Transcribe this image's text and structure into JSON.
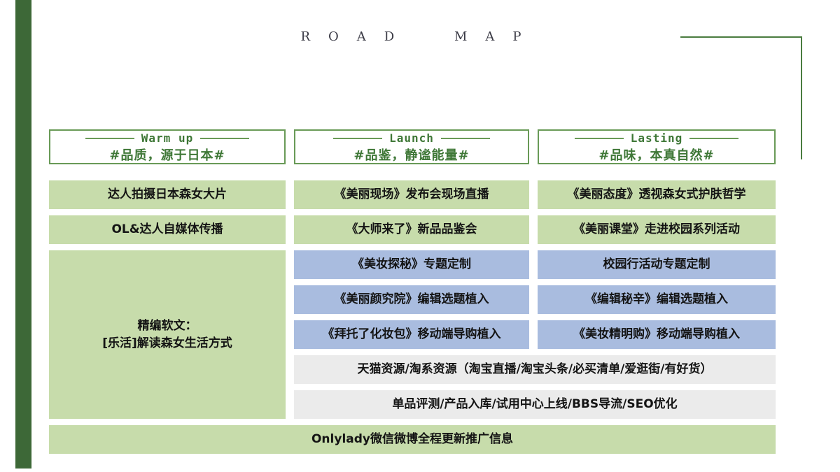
{
  "title": "ROAD MAP",
  "colors": {
    "sidebar_green": "#3d6837",
    "line_green": "#4a7c3f",
    "header_green": "#3e7736",
    "box_green": "#c7dcab",
    "box_blue": "#a9bcdf",
    "box_gray": "#ebebeb"
  },
  "phases": [
    {
      "en": "Warm up",
      "cn": "#品质，源于日本#"
    },
    {
      "en": "Launch",
      "cn": "#品鉴，静谧能量#"
    },
    {
      "en": "Lasting",
      "cn": "#品味，本真自然#"
    }
  ],
  "cells": {
    "warmup_rows": [
      "达人拍摄日本森女大片",
      "OL&达人自媒体传播"
    ],
    "warmup_tall_lines": [
      "精编软文：",
      "[乐活]解读森女生活方式"
    ],
    "launch_rows": [
      "《美丽现场》发布会现场直播",
      "《大师来了》新品品鉴会",
      "《美妆探秘》专题定制",
      "《美丽颜究院》编辑选题植入",
      "《拜托了化妆包》移动端导购植入"
    ],
    "lasting_rows": [
      "《美丽态度》透视森女式护肤哲学",
      "《美丽课堂》走进校园系列活动",
      "校园行活动专题定制",
      "《编辑秘辛》编辑选题植入",
      "《美妆精明购》移动端导购植入"
    ],
    "shared_rows": [
      "天猫资源/淘系资源（淘宝直播/淘宝头条/必买清单/爱逛街/有好货）",
      "单品评测/产品入库/试用中心上线/BBS导流/SEO优化"
    ],
    "footer": "Onlylady微信微博全程更新推广信息"
  }
}
